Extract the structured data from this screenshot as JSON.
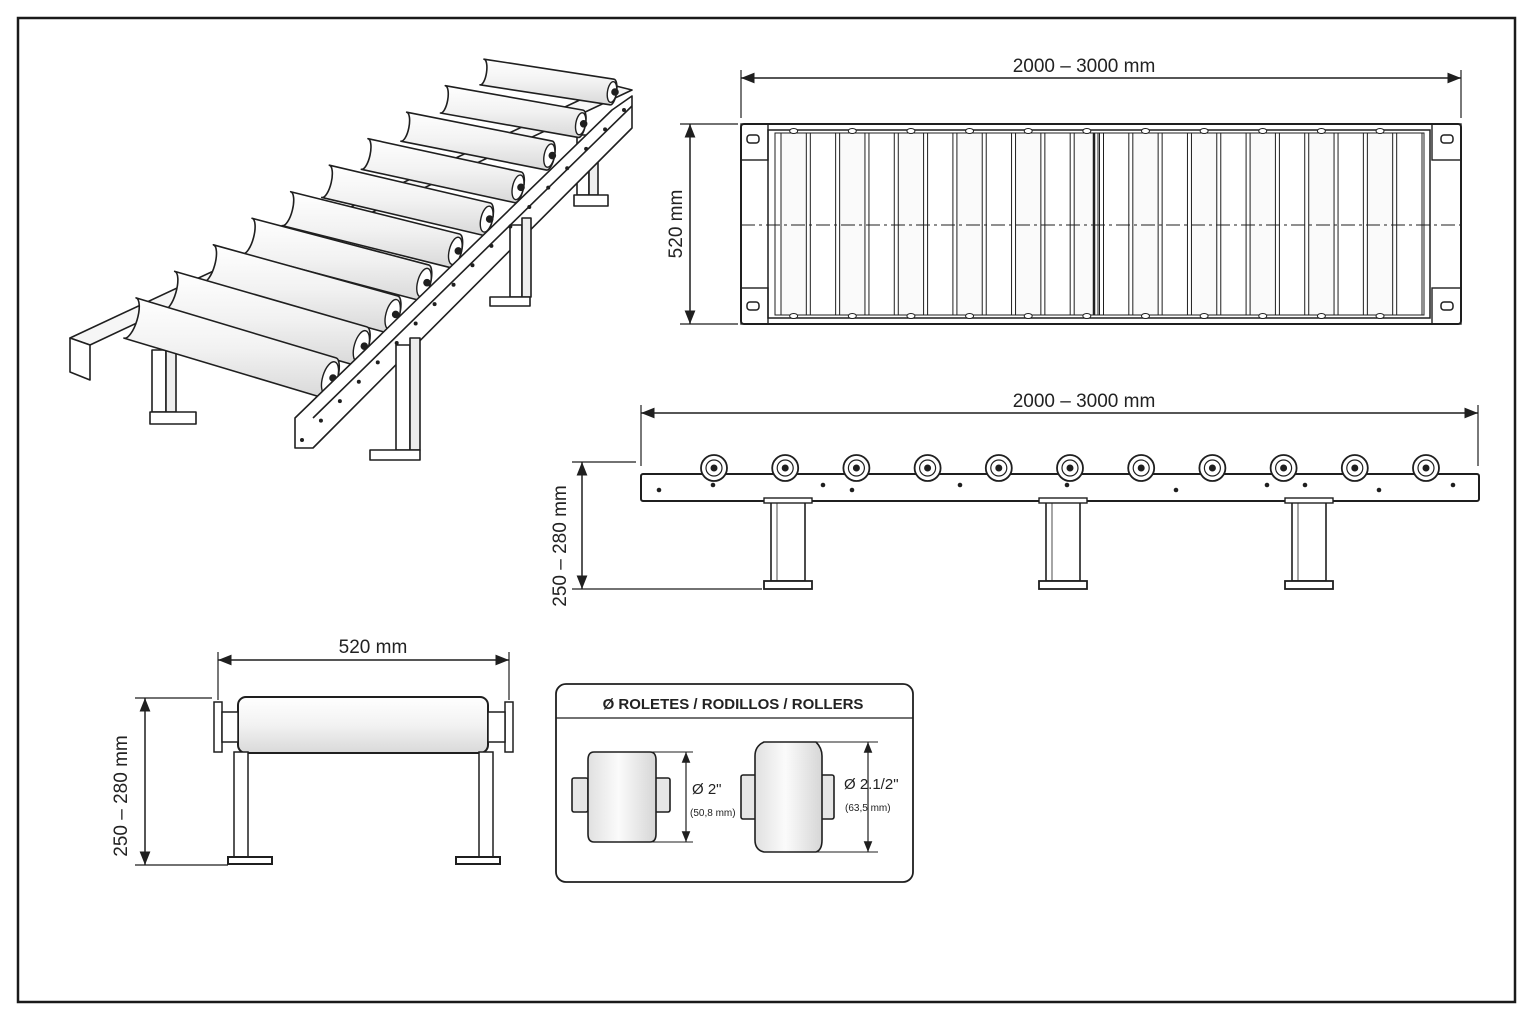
{
  "top_view": {
    "length_label": "2000 – 3000 mm",
    "width_label": "520 mm"
  },
  "side_view": {
    "length_label": "2000 – 3000 mm",
    "height_label": "250 – 280 mm"
  },
  "end_view": {
    "width_label": "520 mm",
    "height_label": "250 – 280 mm"
  },
  "rollers_box": {
    "title": "Ø ROLETES / RODILLOS / ROLLERS",
    "small": {
      "diameter": "Ø 2\"",
      "metric": "(50,8 mm)"
    },
    "large": {
      "diameter": "Ø 2.1/2\"",
      "metric": "(63,5 mm)"
    }
  },
  "colors": {
    "line": "#1f1f1f",
    "frame_border": "#1a1a1a",
    "roller_fill": "#f4f4f4"
  },
  "icons": [
    "isometric-roller-conveyor-drawing",
    "dimension-arrow"
  ]
}
